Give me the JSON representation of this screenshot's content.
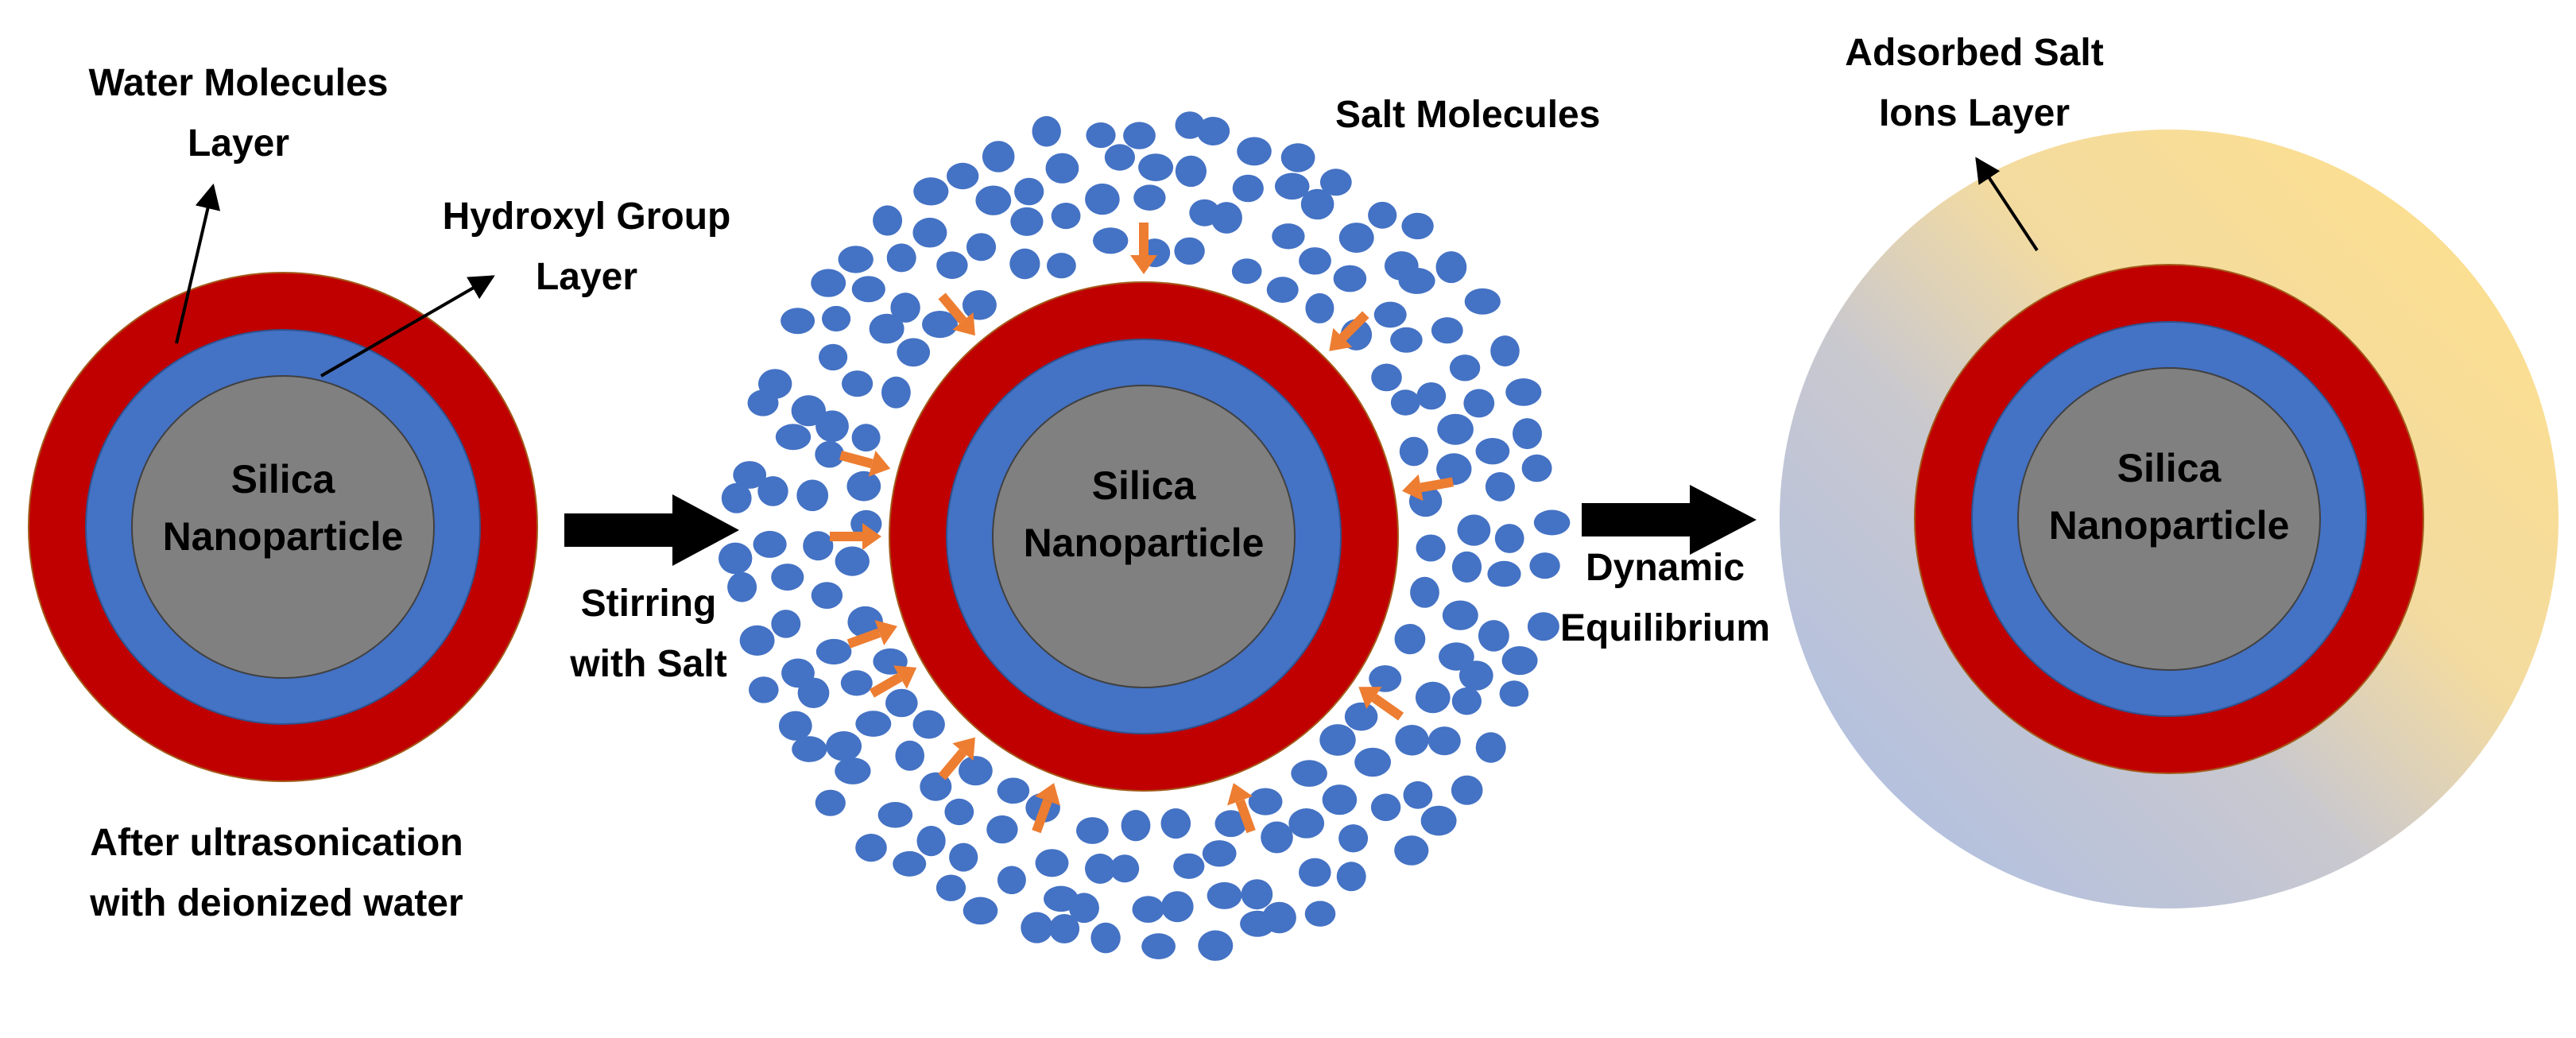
{
  "labels": {
    "water_layer_line1": "Water Molecules",
    "water_layer_line2": "Layer",
    "hydroxyl_line1": "Hydroxyl Group",
    "hydroxyl_line2": "Layer",
    "after_line1": "After ultrasonication",
    "after_line2": "with deionized water",
    "stirring_line1": "Stirring",
    "stirring_line2": "with Salt",
    "salt_molecules": "Salt Molecules",
    "dynamic_line1": "Dynamic",
    "dynamic_line2": "Equilibrium",
    "adsorbed_line1": "Adsorbed Salt",
    "adsorbed_line2": "Ions Layer"
  },
  "particles": [
    {
      "id": "particle-initial",
      "core_line1": "Silica",
      "core_line2": "Nanoparticle"
    },
    {
      "id": "particle-stirring",
      "core_line1": "Silica",
      "core_line2": "Nanoparticle"
    },
    {
      "id": "particle-equilibrium",
      "core_line1": "Silica",
      "core_line2": "Nanoparticle"
    }
  ],
  "colors": {
    "water_layer": "#c00000",
    "hydroxyl_layer": "#4472c4",
    "core": "#808080",
    "salt_molecule": "#4472c4",
    "inward_arrow": "#ed7d31",
    "process_arrow": "#000000",
    "adsorbed_gradient_start": "#a9bde6",
    "adsorbed_gradient_end": "#ffe08a"
  }
}
